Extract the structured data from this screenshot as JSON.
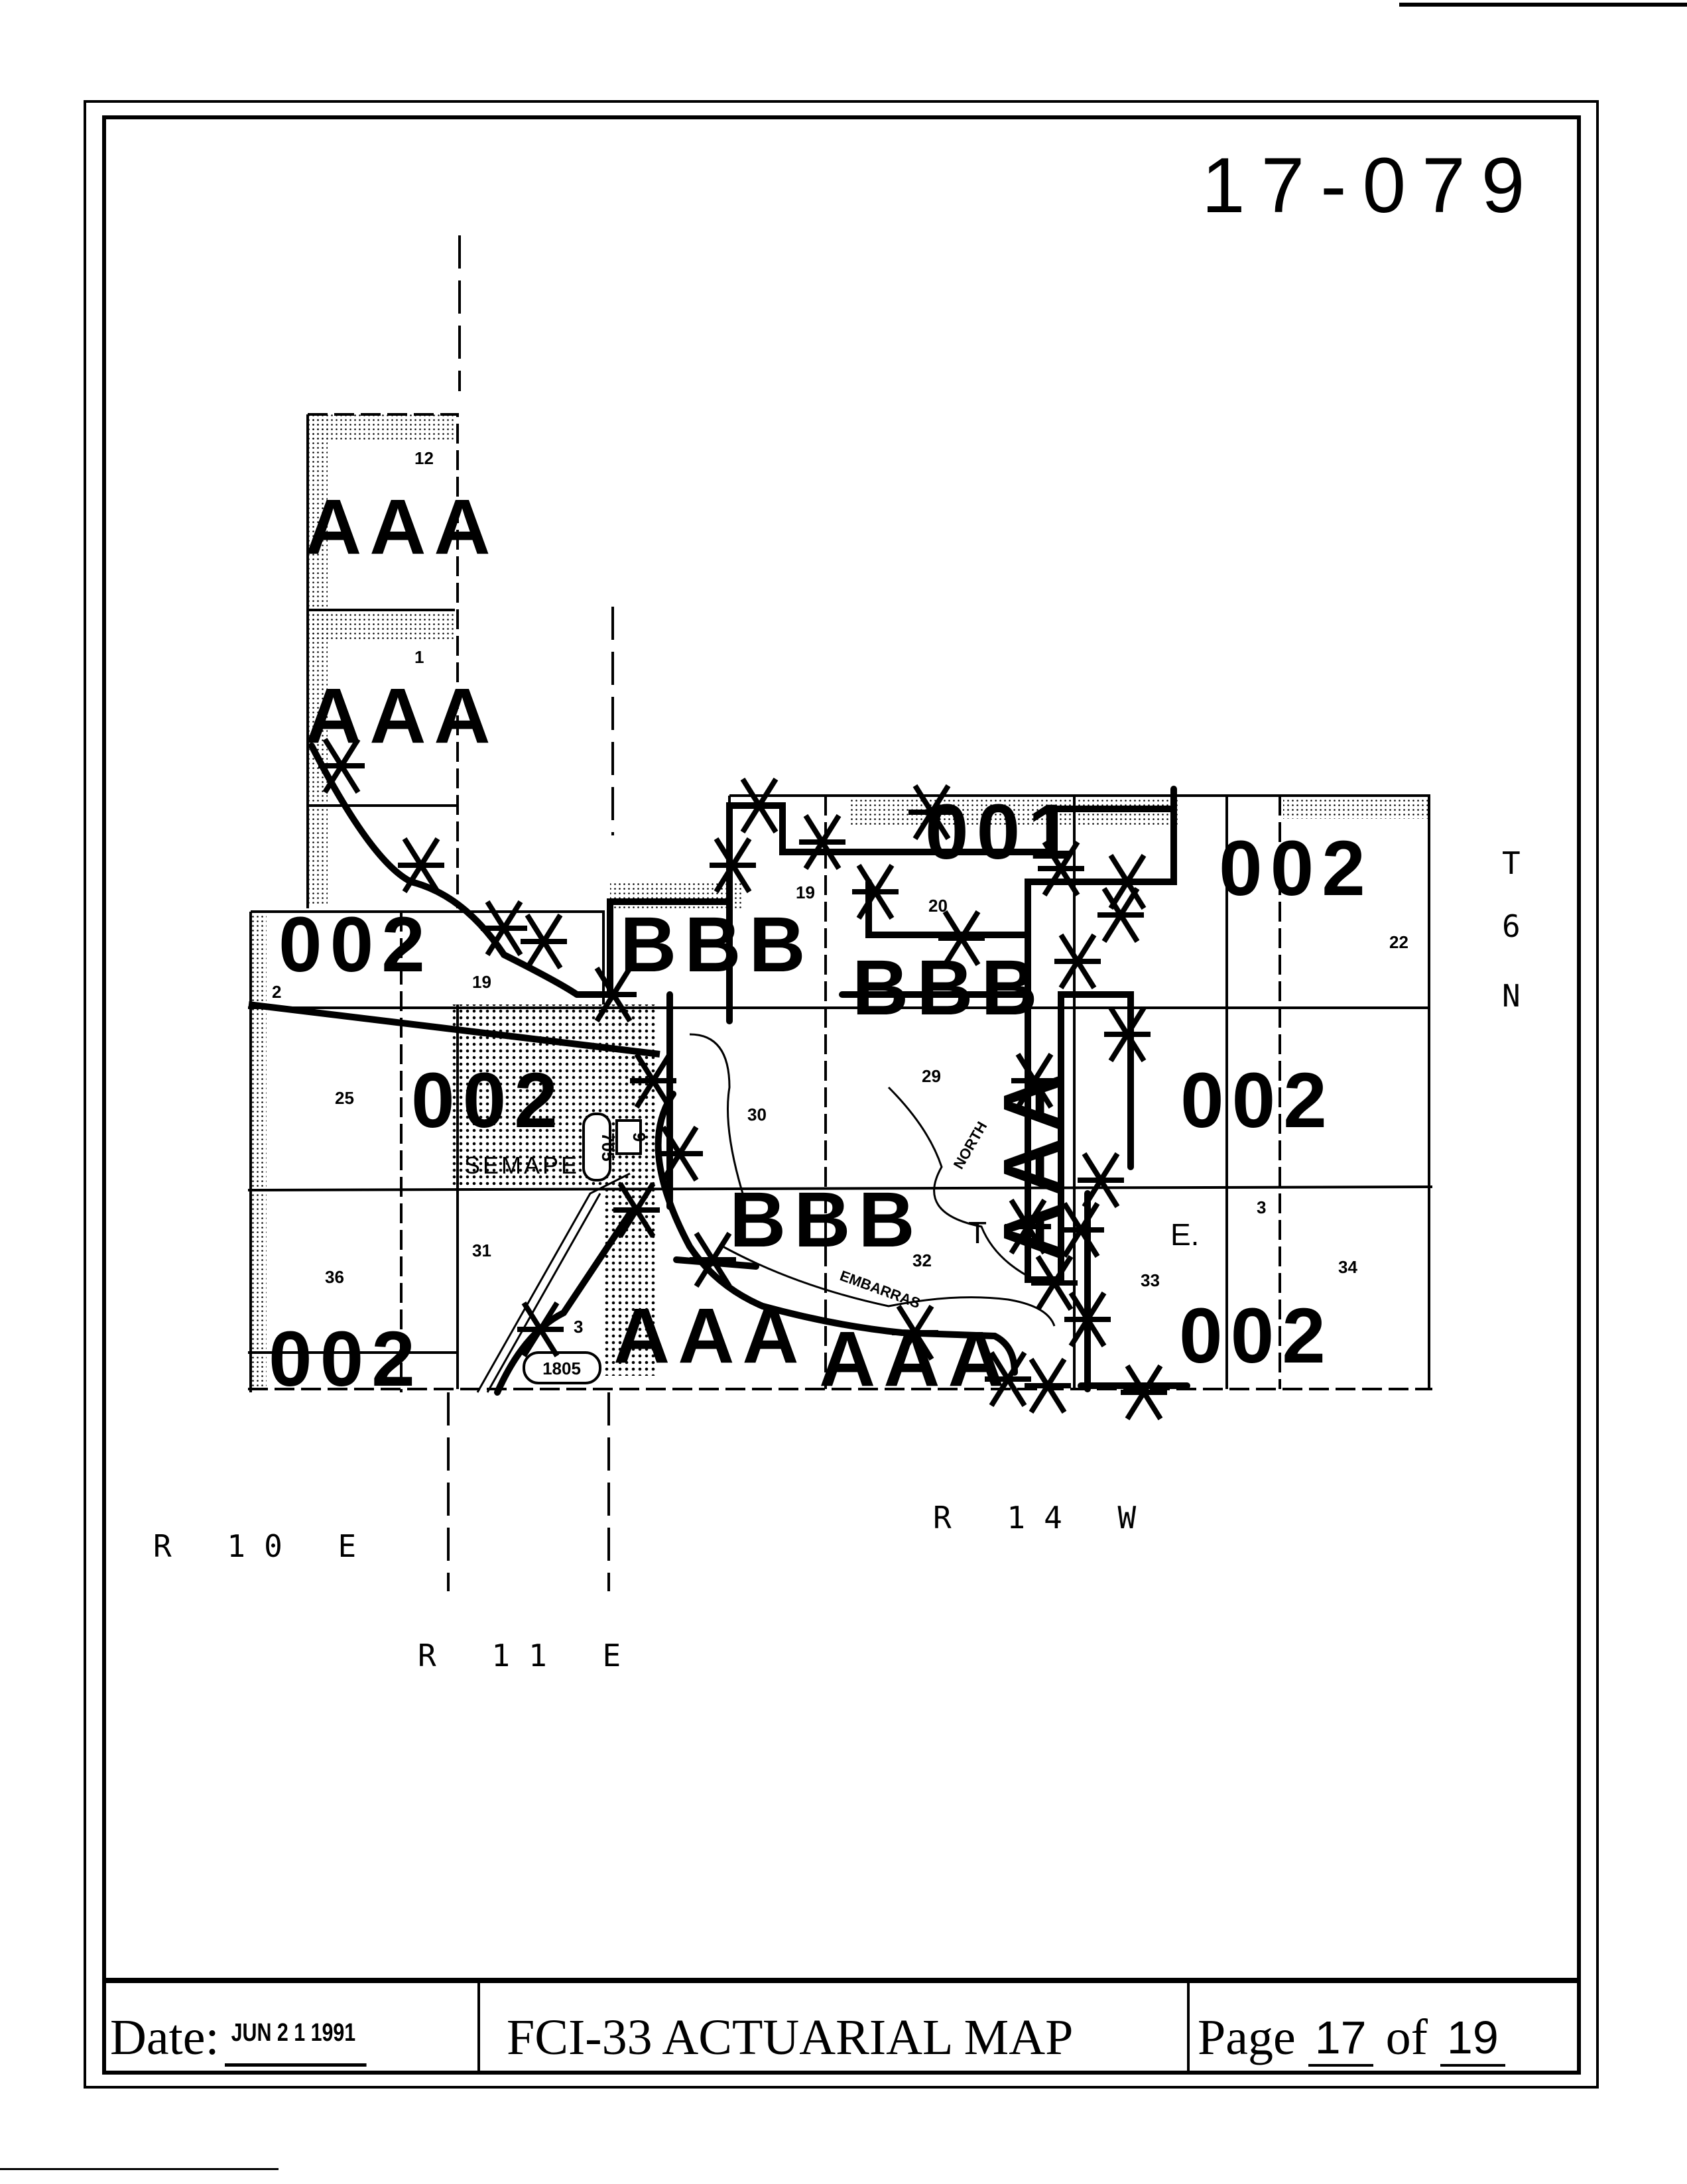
{
  "document": {
    "map_number": "17-079",
    "footer": {
      "date_label": "Date:",
      "date_value": "JUN 2 1 1991",
      "title": "FCI-33 ACTUARIAL MAP",
      "page_label": "Page",
      "page_current": "17",
      "page_of": "of",
      "page_total": "19"
    }
  },
  "map": {
    "range_labels": [
      "R 10 E",
      "R 11 E",
      "R 14 W"
    ],
    "township_label": [
      "T",
      "6",
      "N"
    ],
    "zones": {
      "aaa_1": "AAA",
      "aaa_2": "AAA",
      "aaa_3": "AAA",
      "aaa_4": "AAA",
      "aa_vertical": "AAA",
      "bbb_1": "BBB",
      "bbb_2": "BBB",
      "bbb_3": "BBB",
      "z001": "001",
      "z002_1": "002",
      "z002_2": "002",
      "z002_3": "002",
      "z002_4": "002",
      "z002_5": "002"
    },
    "sections": [
      "12",
      "1",
      "2",
      "19",
      "19",
      "20",
      "22",
      "25",
      "29",
      "30",
      "31",
      "36",
      "32",
      "33",
      "34",
      "3",
      "3"
    ],
    "place_labels": {
      "town": "SEMAPE",
      "river": "EMBARRAS",
      "north": "NORTH",
      "t": "T",
      "e": "E.",
      "route_1805": "1805",
      "route_705": "705",
      "route_9": "9"
    }
  }
}
